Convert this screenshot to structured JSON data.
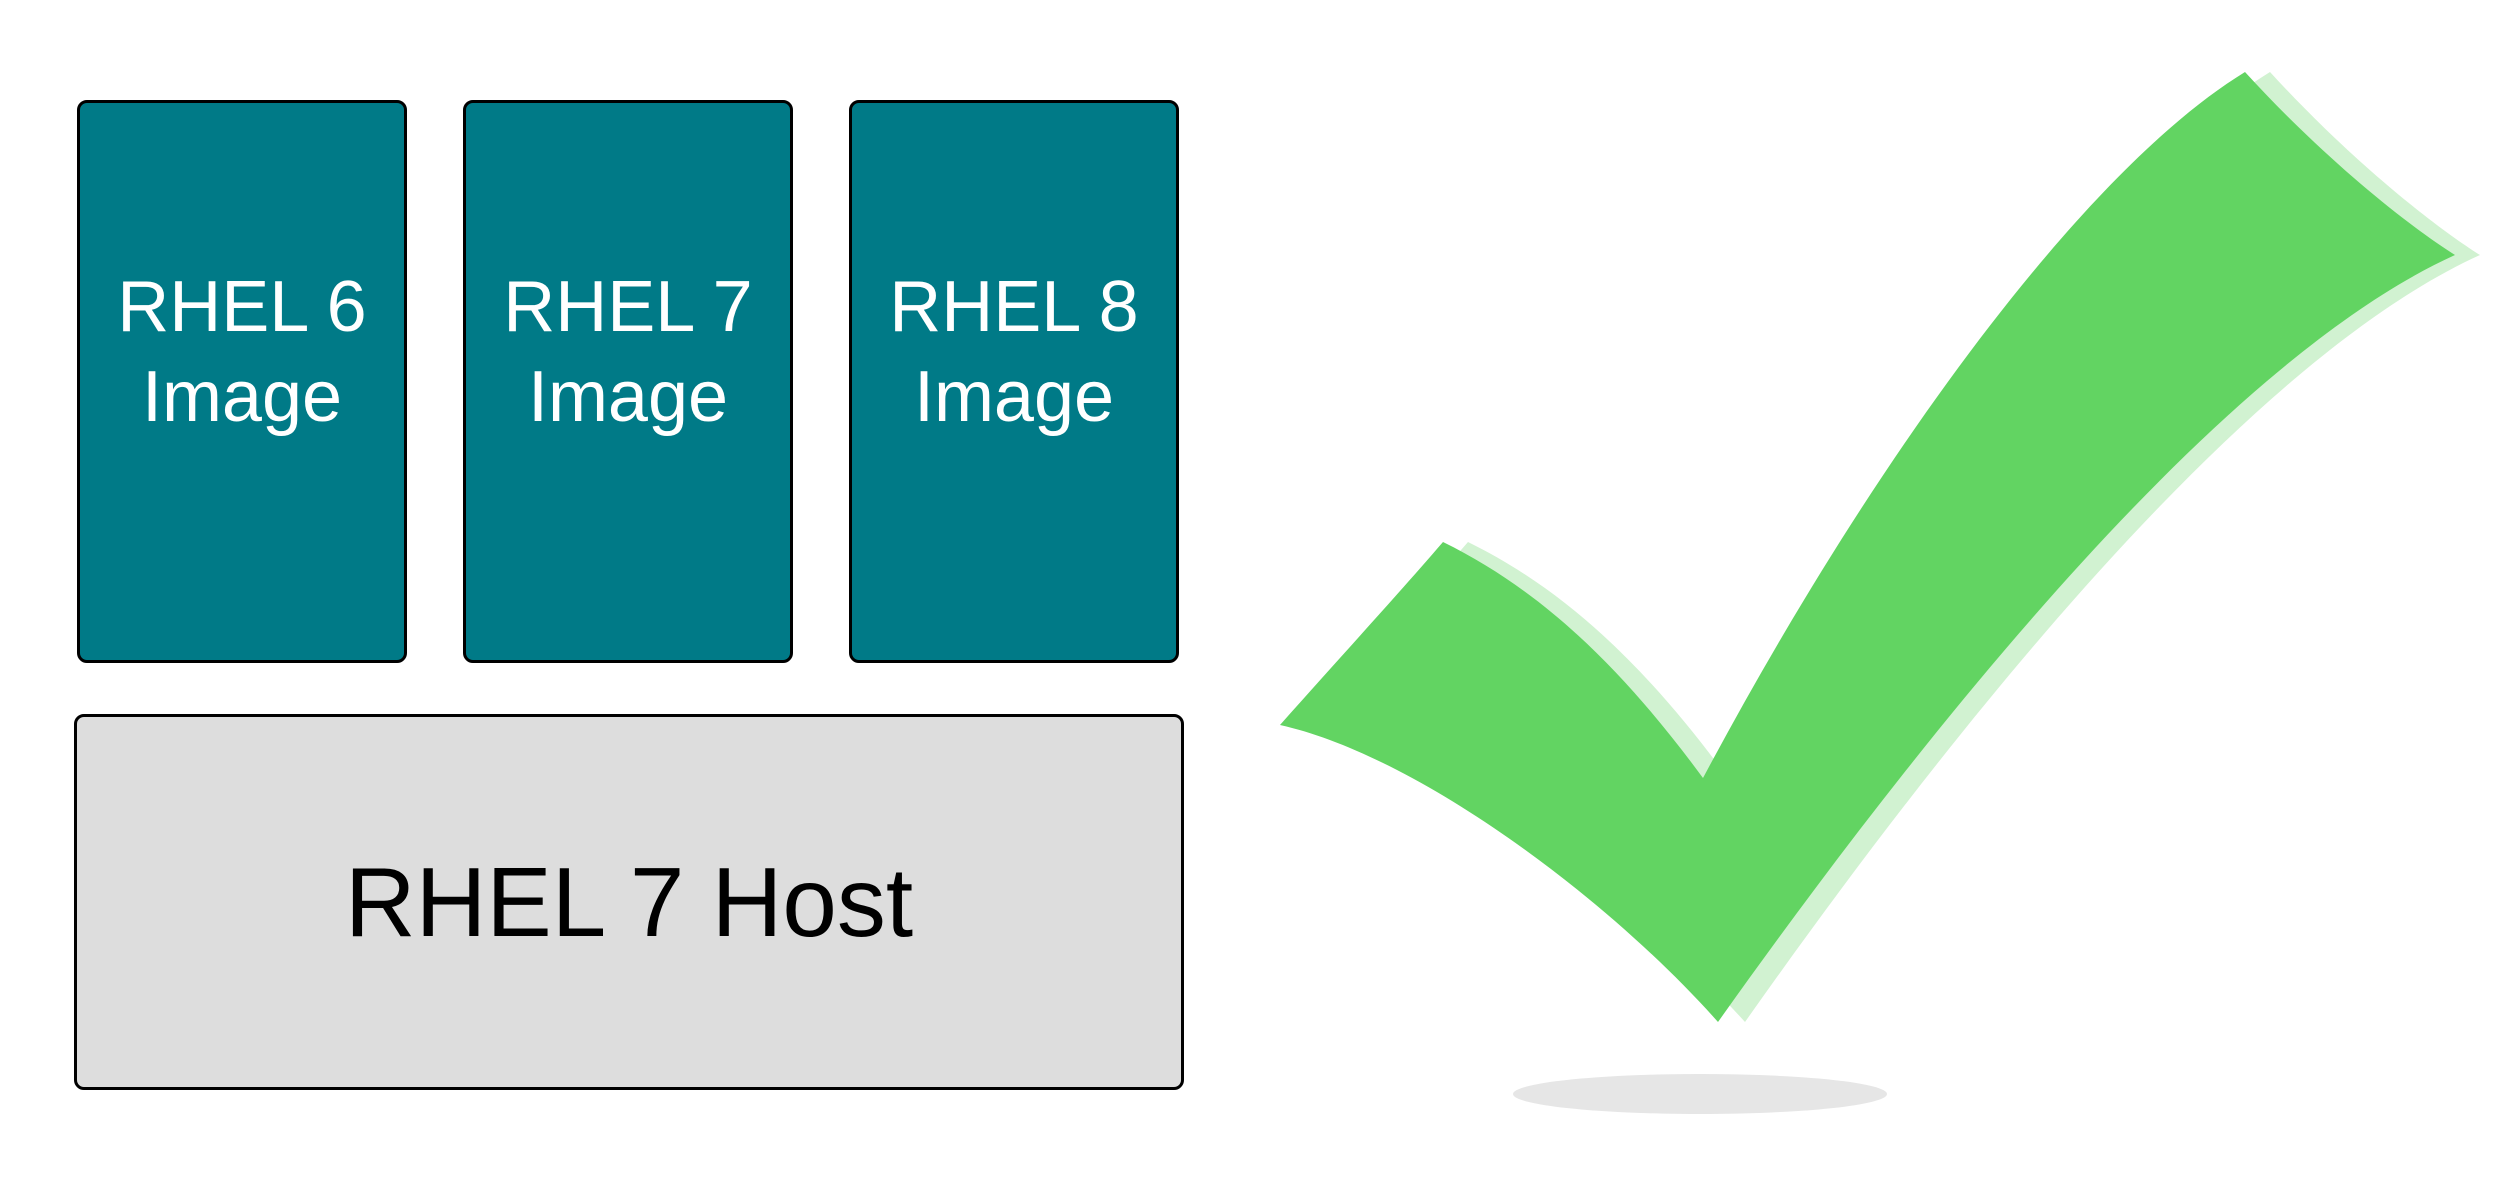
{
  "images": [
    {
      "line1": "RHEL 6",
      "line2": "Image"
    },
    {
      "line1": "RHEL 7",
      "line2": "Image"
    },
    {
      "line1": "RHEL 8",
      "line2": "Image"
    }
  ],
  "host": {
    "label": "RHEL 7 Host"
  },
  "colors": {
    "image_fill": "#007a87",
    "host_fill": "#dddddd",
    "check_fill": "#62d462",
    "check_shadow": "#d1f2d1",
    "ground_shadow": "#e6e6e6"
  },
  "icons": {
    "check": "checkmark-icon"
  }
}
